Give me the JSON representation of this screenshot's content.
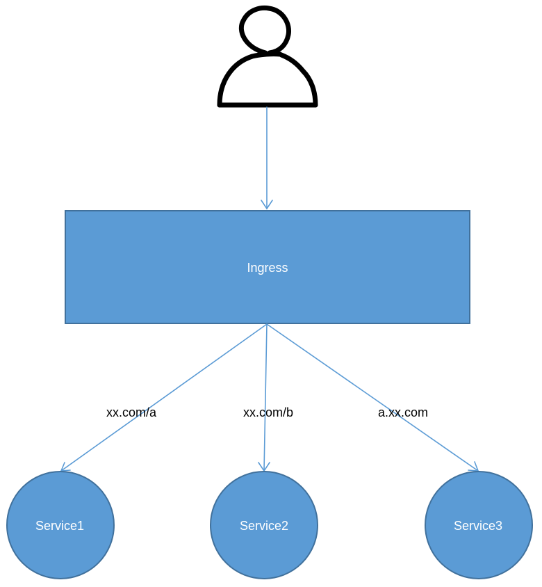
{
  "diagram": {
    "user": {
      "icon": "user-icon"
    },
    "ingress": {
      "label": "Ingress"
    },
    "routes": [
      {
        "label": "xx.com/a"
      },
      {
        "label": "xx.com/b"
      },
      {
        "label": "a.xx.com"
      }
    ],
    "services": [
      {
        "label": "Service1"
      },
      {
        "label": "Service2"
      },
      {
        "label": "Service3"
      }
    ],
    "colors": {
      "node_fill": "#5B9BD5",
      "node_stroke": "#41719C",
      "edge": "#5B9BD5",
      "node_text": "#FFFFFF",
      "edge_text": "#000000",
      "icon": "#000000"
    }
  }
}
